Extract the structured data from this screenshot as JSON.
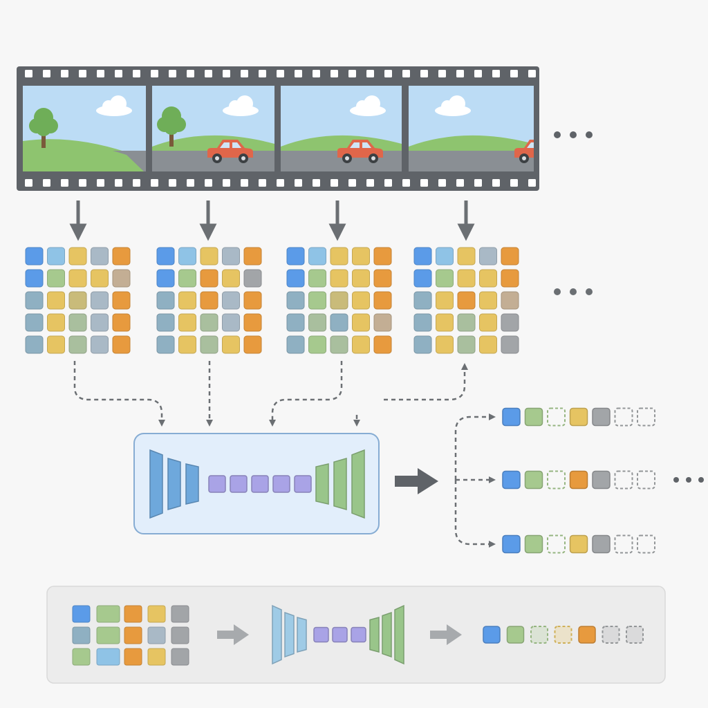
{
  "colors": {
    "background": "#f7f7f7",
    "film": "#5f6368",
    "sprocket": "#ffffff",
    "sky": "#bcdcf5",
    "grass": "#8ec46f",
    "road": "#8a8f94",
    "car": "#e0664a",
    "tree_leaf": "#6fae58",
    "tree_trunk": "#7a5a3a",
    "cloud": "#ffffff",
    "arrow": "#6b6f73",
    "model_box_fill": "#e2eefb",
    "model_box_stroke": "#86acd3",
    "encoder": "#6ea8dc",
    "decoder": "#99c58a",
    "latent": "#a9a3e6",
    "bottom_panel": "#ececec"
  },
  "palette": {
    "blue": "#5b9be8",
    "lightblue": "#8fc3e6",
    "steel": "#8fb0c2",
    "slate": "#a9b9c6",
    "yellow": "#e6c462",
    "lightyellow": "#ead190",
    "orange": "#e79a3e",
    "green": "#a6c98e",
    "sage": "#a9bf9e",
    "tan": "#c3ae94",
    "olive": "#c9bb7a",
    "gray": "#a2a5a8"
  },
  "film_strip": {
    "frames": [
      {
        "scene": "hill-tree"
      },
      {
        "scene": "tree-car"
      },
      {
        "scene": "car-road"
      },
      {
        "scene": "car-edge"
      }
    ],
    "continuation": "ellipsis"
  },
  "token_grids": [
    {
      "rows": [
        [
          "blue",
          "lightblue",
          "yellow",
          "slate",
          "orange"
        ],
        [
          "blue",
          "green",
          "yellow",
          "yellow",
          "tan"
        ],
        [
          "steel",
          "yellow",
          "olive",
          "slate",
          "orange"
        ],
        [
          "steel",
          "yellow",
          "sage",
          "slate",
          "orange"
        ],
        [
          "steel",
          "yellow",
          "sage",
          "slate",
          "orange"
        ]
      ]
    },
    {
      "rows": [
        [
          "blue",
          "lightblue",
          "yellow",
          "slate",
          "orange"
        ],
        [
          "blue",
          "green",
          "orange",
          "yellow",
          "gray"
        ],
        [
          "steel",
          "yellow",
          "orange",
          "slate",
          "orange"
        ],
        [
          "steel",
          "yellow",
          "sage",
          "slate",
          "orange"
        ],
        [
          "steel",
          "yellow",
          "sage",
          "yellow",
          "orange"
        ]
      ]
    },
    {
      "rows": [
        [
          "blue",
          "lightblue",
          "yellow",
          "yellow",
          "orange"
        ],
        [
          "blue",
          "green",
          "yellow",
          "yellow",
          "orange"
        ],
        [
          "steel",
          "green",
          "olive",
          "yellow",
          "orange"
        ],
        [
          "steel",
          "sage",
          "steel",
          "yellow",
          "tan"
        ],
        [
          "steel",
          "green",
          "sage",
          "yellow",
          "orange"
        ]
      ]
    },
    {
      "rows": [
        [
          "blue",
          "lightblue",
          "yellow",
          "slate",
          "orange"
        ],
        [
          "blue",
          "green",
          "yellow",
          "yellow",
          "orange"
        ],
        [
          "steel",
          "yellow",
          "orange",
          "yellow",
          "tan"
        ],
        [
          "steel",
          "yellow",
          "sage",
          "yellow",
          "gray"
        ],
        [
          "steel",
          "yellow",
          "sage",
          "yellow",
          "gray"
        ]
      ]
    }
  ],
  "model": {
    "encoder_layers": 3,
    "latent_tokens": 5,
    "decoder_layers": 3
  },
  "output_sequences": [
    [
      "blue",
      "green",
      "green-dashed",
      "yellow",
      "gray",
      "gray-dashed",
      "gray-dashed"
    ],
    [
      "blue",
      "green",
      "green-dashed",
      "orange",
      "gray",
      "gray-dashed",
      "gray-dashed"
    ],
    [
      "blue",
      "green",
      "green-dashed",
      "yellow",
      "gray",
      "gray-dashed",
      "gray-dashed"
    ]
  ],
  "summary_panel": {
    "input_grid": [
      [
        "blue",
        "green",
        "orange",
        "yellow",
        "gray"
      ],
      [
        "steel",
        "green",
        "orange",
        "slate",
        "gray"
      ],
      [
        "green",
        "lightblue",
        "orange",
        "yellow",
        "gray"
      ]
    ],
    "encoder_layers": 3,
    "latent_tokens": 3,
    "decoder_layers": 3,
    "output_sequence": [
      "blue",
      "green",
      "green-dashed",
      "yellow-dashed",
      "orange",
      "gray-dashed",
      "gray-dashed"
    ]
  }
}
